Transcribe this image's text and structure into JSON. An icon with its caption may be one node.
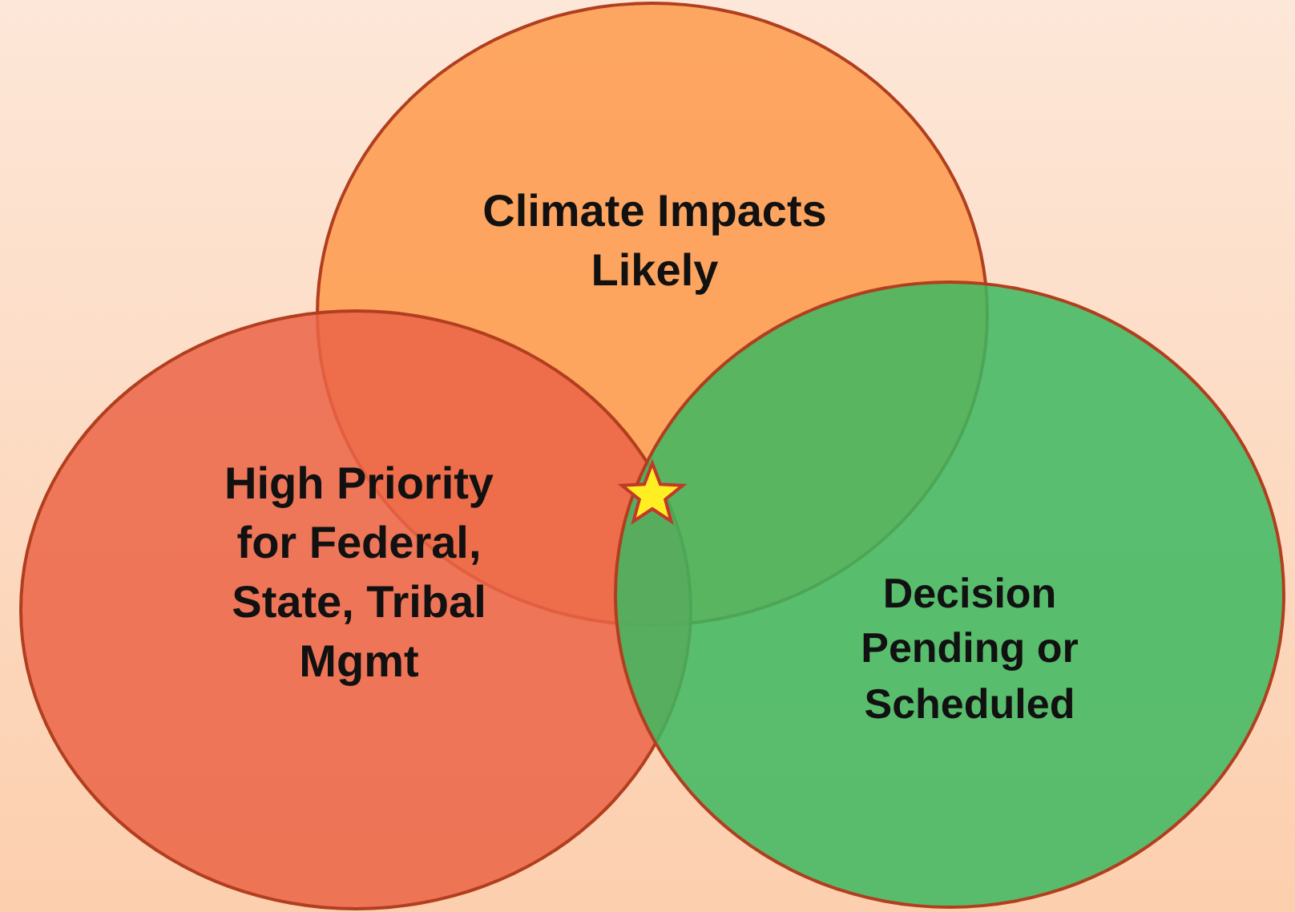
{
  "diagram": {
    "nodes": [
      {
        "text": [
          "Climate Impacts Likely"
        ]
      },
      {
        "text": [
          "High Priority for Federal, State, Tribal Mgmt"
        ]
      },
      {
        "text": [
          "Decision Pending or Scheduled"
        ]
      }
    ]
  }
}
